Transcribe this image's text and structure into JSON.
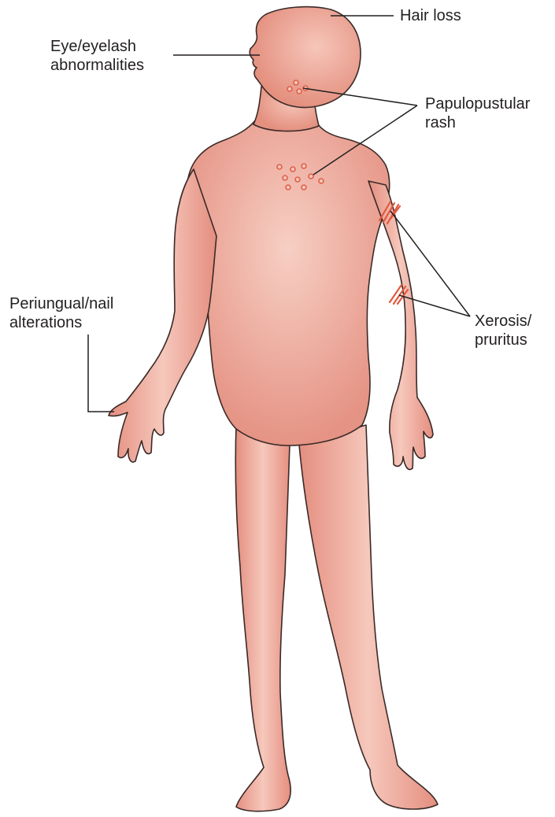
{
  "labels": {
    "hair_loss": "Hair loss",
    "eye_line1": "Eye/eyelash",
    "eye_line2": "abnormalities",
    "papulo_line1": "Papulopustular",
    "papulo_line2": "rash",
    "xerosis_line1": "Xerosis/",
    "xerosis_line2": "pruritus",
    "nail_line1": "Periungual/nail",
    "nail_line2": "alterations"
  },
  "colors": {
    "skin": "#e89a8c",
    "skin_light": "#f6c9bd",
    "skin_outline": "#3a2a28",
    "lesion": "#e0604a",
    "scratch": "#e2583f",
    "leader_line": "#231f20"
  }
}
